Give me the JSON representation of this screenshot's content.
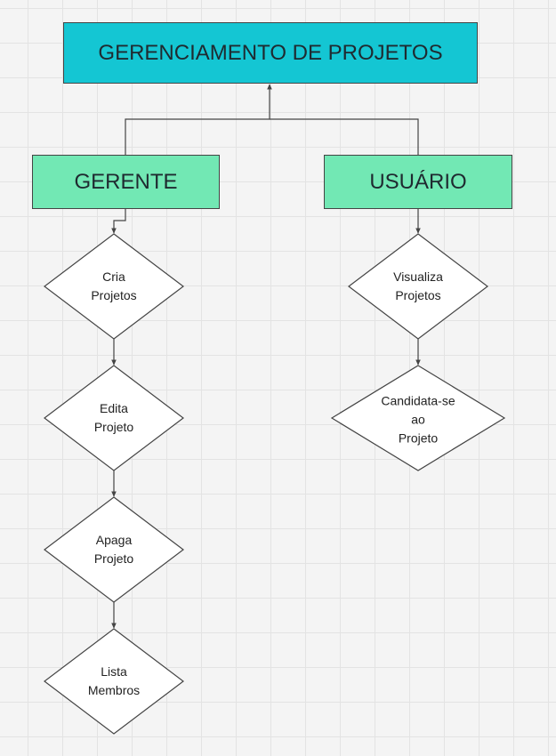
{
  "colors": {
    "title_fill": "#14c6d3",
    "role_fill": "#72e8b4",
    "line": "#444444",
    "diamond_fill": "#ffffff"
  },
  "diagram": {
    "title": "GERENCIAMENTO DE PROJETOS",
    "roles": {
      "gerente": "GERENTE",
      "usuario": "USUÁRIO"
    },
    "gerente_actions": [
      "Cria\nProjetos",
      "Edita\nProjeto",
      "Apaga\nProjeto",
      "Lista\nMembros"
    ],
    "usuario_actions": [
      "Visualiza\nProjetos",
      "Candidata-se\nao\nProjeto"
    ]
  }
}
